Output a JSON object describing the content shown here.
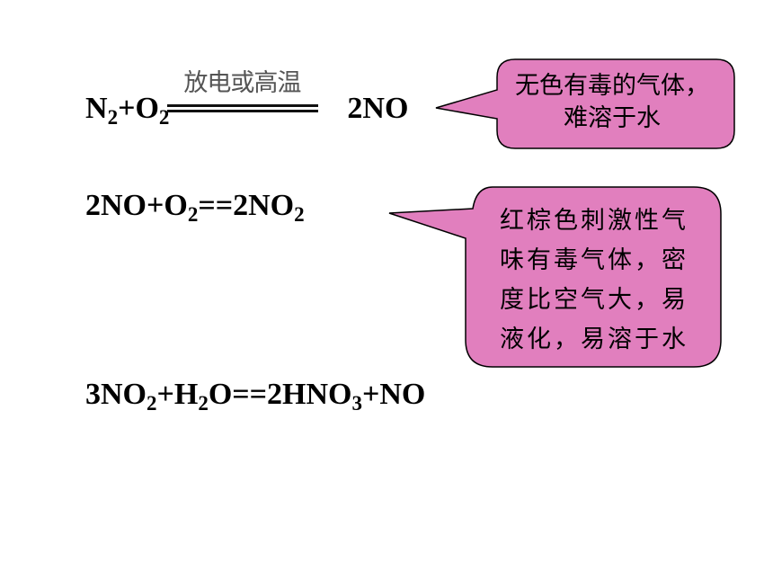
{
  "equations": {
    "eq1": {
      "reactant_a": "N",
      "reactant_a_sub": "2",
      "plus": "+",
      "reactant_b": "O",
      "reactant_b_sub": "2",
      "condition": "放电或高温",
      "product": "2NO"
    },
    "eq2": {
      "part1": "2NO+O",
      "sub1": "2",
      "part2": "==2NO",
      "sub2": "2"
    },
    "eq3": {
      "part1": "3NO",
      "sub1": "2",
      "part2": "+H",
      "sub2": "2",
      "part3": "O==2HNO",
      "sub3": "3",
      "part4": "+NO"
    }
  },
  "callouts": {
    "no_props": {
      "line1": "无色有毒的气体，",
      "line2": "难溶于水",
      "fill": "#e17fbe"
    },
    "no2_props": {
      "line1": "红棕色刺激性气",
      "line2": "味有毒气体，密",
      "line3": "度比空气大，易",
      "line4": "液化，易溶于水",
      "fill": "#e17fbe"
    }
  }
}
